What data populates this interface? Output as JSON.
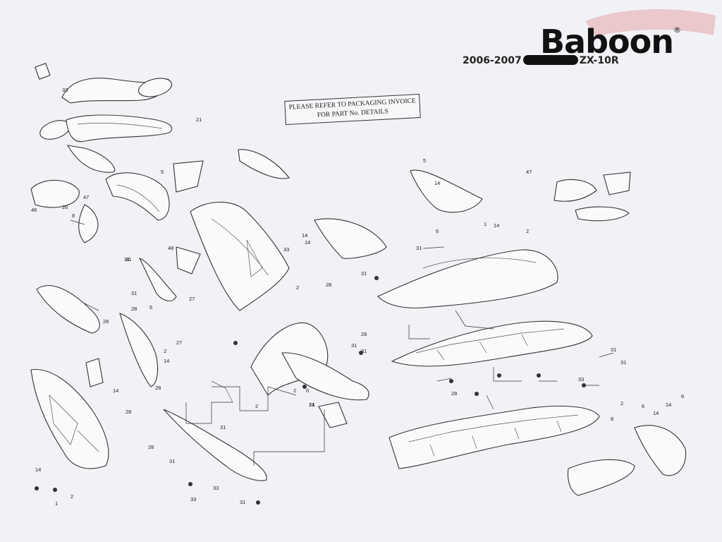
{
  "watermark": {
    "logo_text": "Baboon",
    "registered_mark": "®",
    "brand_color": "#d8474b"
  },
  "header": {
    "year_range": "2006-2007",
    "model": "ZX-10R"
  },
  "notice": {
    "line1": "PLEASE REFER TO PACKAGING INVOICE",
    "line2": "FOR PART No. DETAILS"
  },
  "callouts": [
    "1",
    "2",
    "5",
    "6",
    "8",
    "14",
    "21",
    "26",
    "27",
    "28",
    "31",
    "33",
    "46",
    "47",
    "48",
    "5",
    "6",
    "14",
    "28",
    "31",
    "33",
    "47",
    "2",
    "14",
    "31",
    "28",
    "31",
    "31",
    "28",
    "2",
    "14",
    "6",
    "14",
    "33",
    "31",
    "28",
    "14",
    "31",
    "2",
    "27",
    "31",
    "28",
    "31",
    "31",
    "2",
    "1",
    "14",
    "33",
    "2",
    "14",
    "28",
    "31",
    "2",
    "14",
    "6",
    "8",
    "31",
    "33",
    "21",
    "28",
    "6",
    "14"
  ],
  "colors": {
    "paper": "#f1f2f6",
    "ink": "#333333"
  }
}
